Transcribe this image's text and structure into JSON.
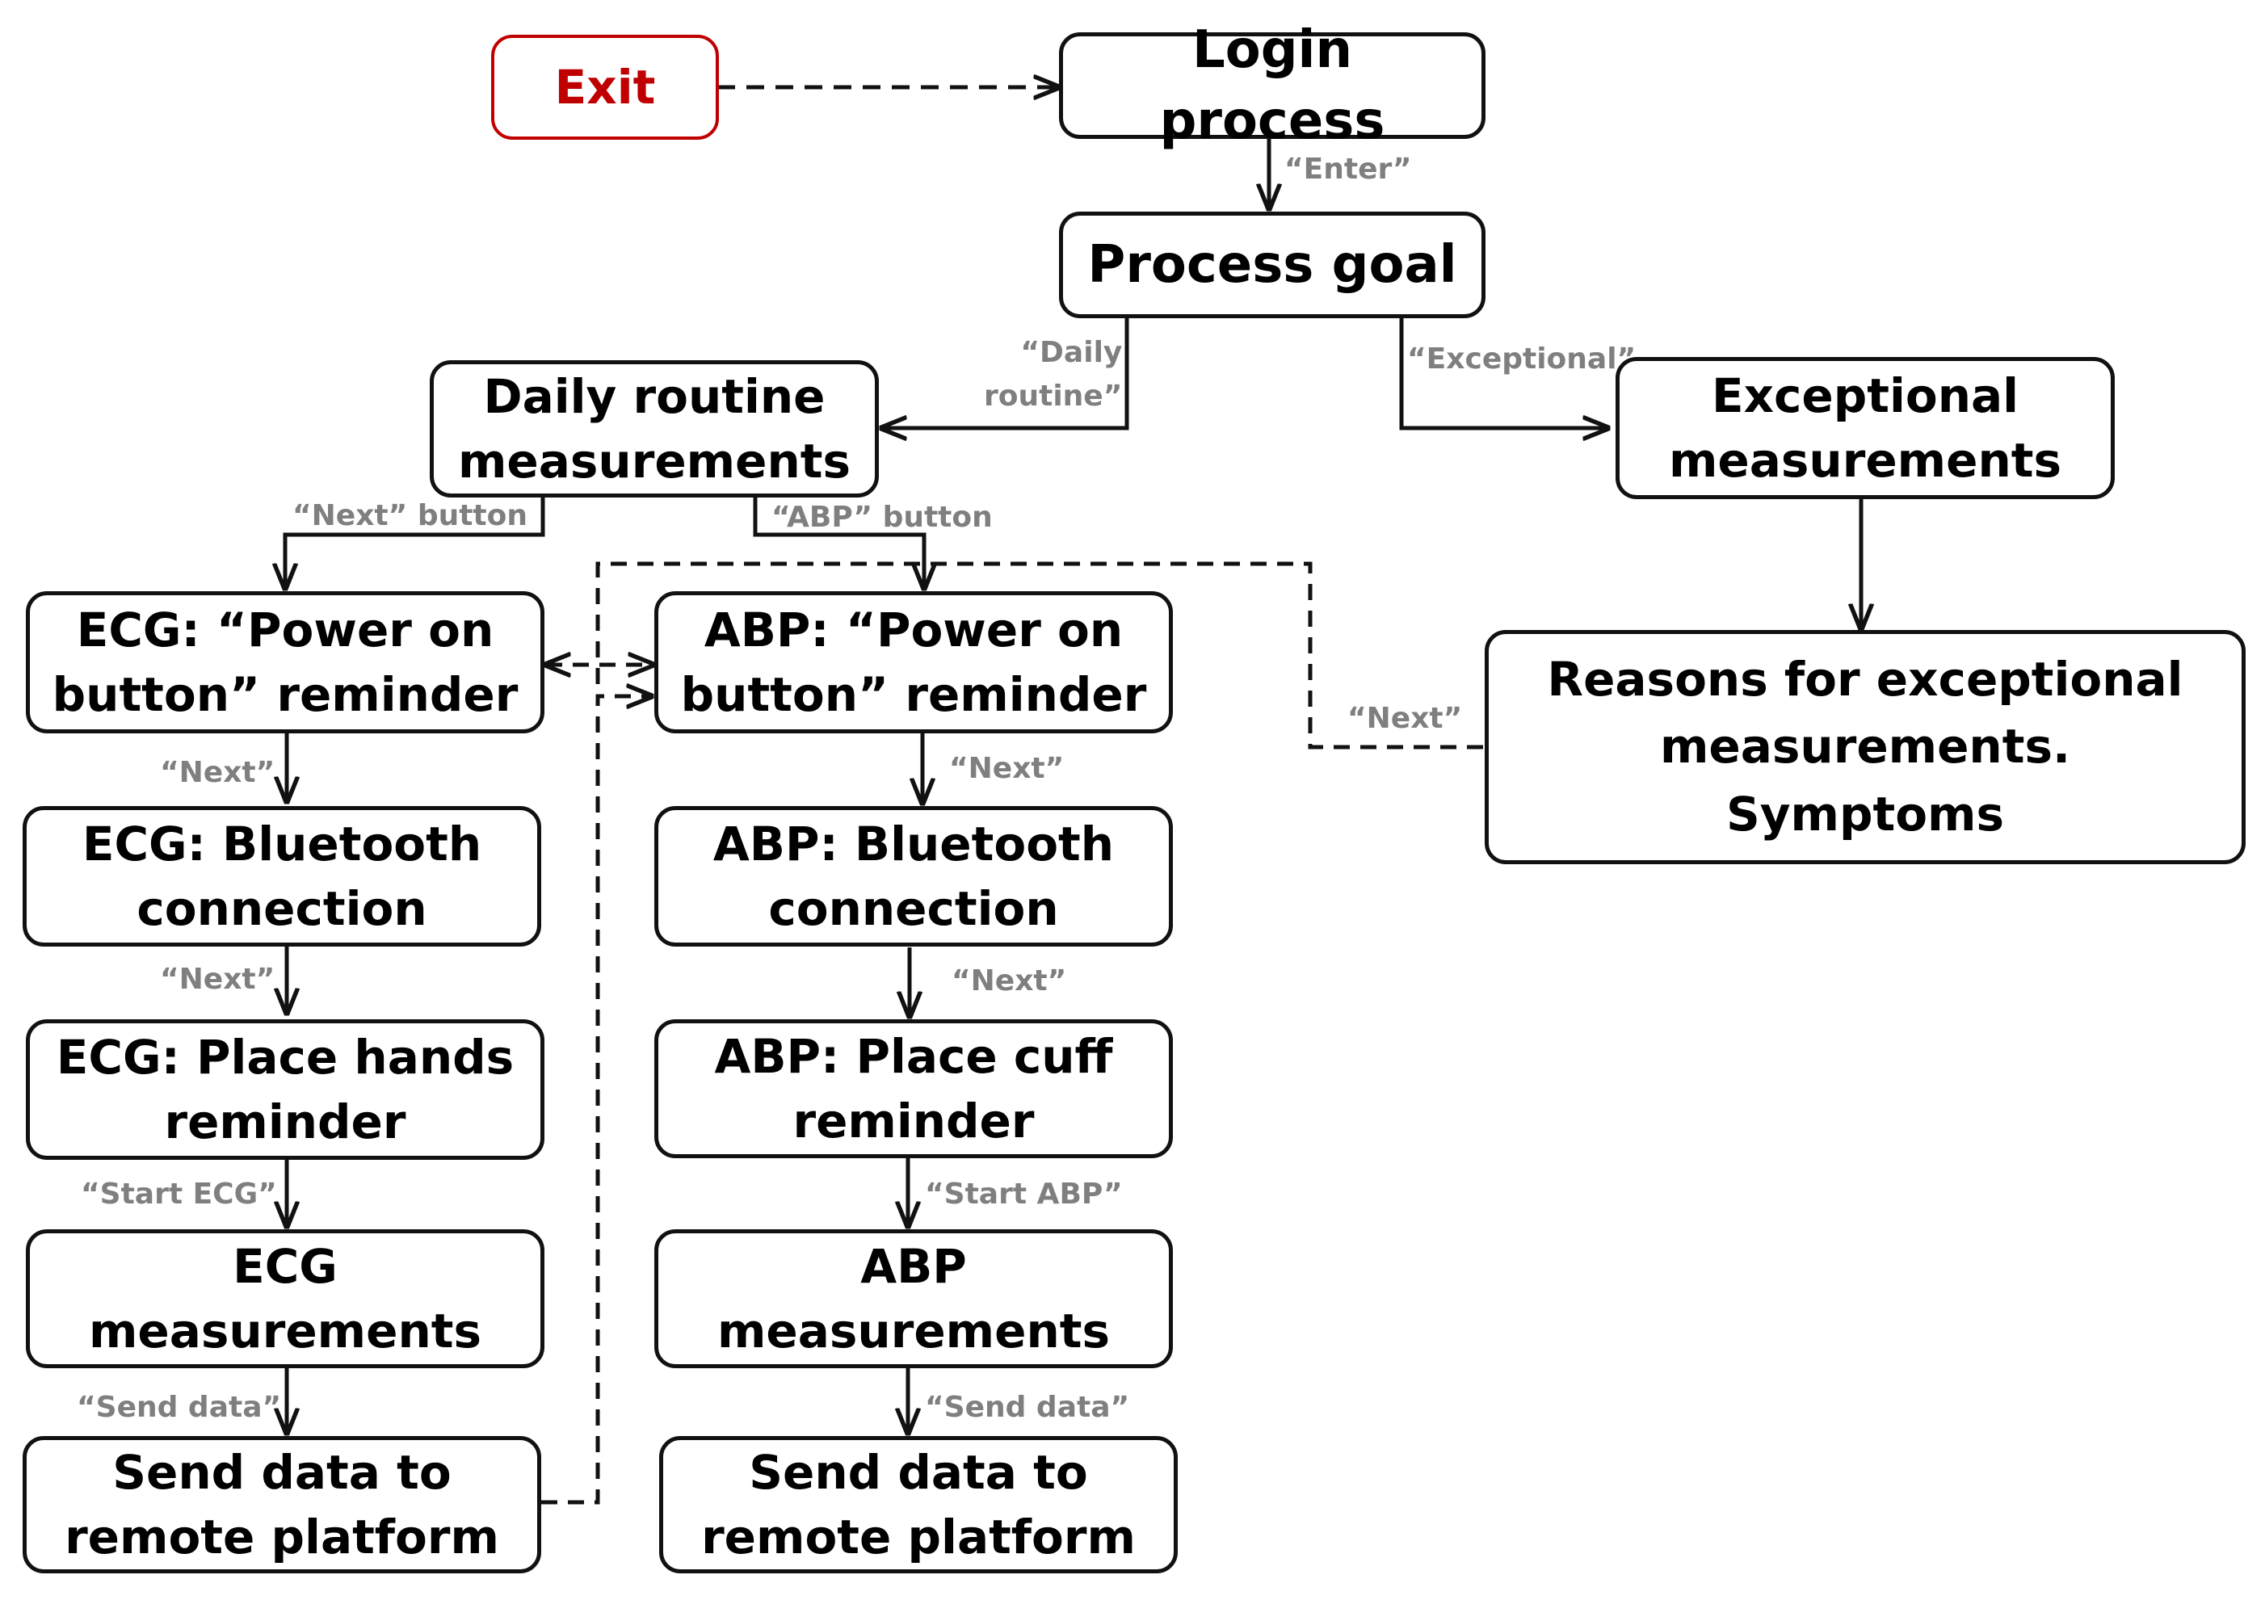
{
  "nodes": {
    "exit": "Exit",
    "login": "Login process",
    "goal": "Process goal",
    "daily": "Daily routine\nmeasurements",
    "exceptional": "Exceptional\nmeasurements",
    "reasons": "Reasons for exceptional\nmeasurements.\nSymptoms",
    "ecg_power": "ECG: “Power on\nbutton” reminder",
    "ecg_bt": "ECG: Bluetooth\nconnection",
    "ecg_hands": "ECG: Place hands\nreminder",
    "ecg_meas": "ECG measurements",
    "ecg_send": "Send data to\nremote platform",
    "abp_power": "ABP: “Power on\nbutton” reminder",
    "abp_bt": "ABP: Bluetooth\nconnection",
    "abp_cuff": "ABP: Place cuff\nreminder",
    "abp_meas": "ABP\nmeasurements",
    "abp_send": "Send data to\nremote platform"
  },
  "labels": {
    "enter": "“Enter”",
    "daily_routine": "“Daily\nroutine”",
    "exceptional": "“Exceptional”",
    "next_button": "“Next” button",
    "abp_button": "“ABP” button",
    "next_reasons": "“Next”",
    "ecg_next_1": "“Next”",
    "ecg_next_2": "“Next”",
    "start_ecg": "“Start ECG”",
    "ecg_send_data": "“Send data”",
    "abp_next_1": "“Next”",
    "abp_next_2": "“Next”",
    "start_abp": "“Start ABP”",
    "abp_send_data": "“Send data”"
  },
  "colors": {
    "border": "#111111",
    "exit": "#c00000",
    "edge_label": "#7f7f7f"
  }
}
